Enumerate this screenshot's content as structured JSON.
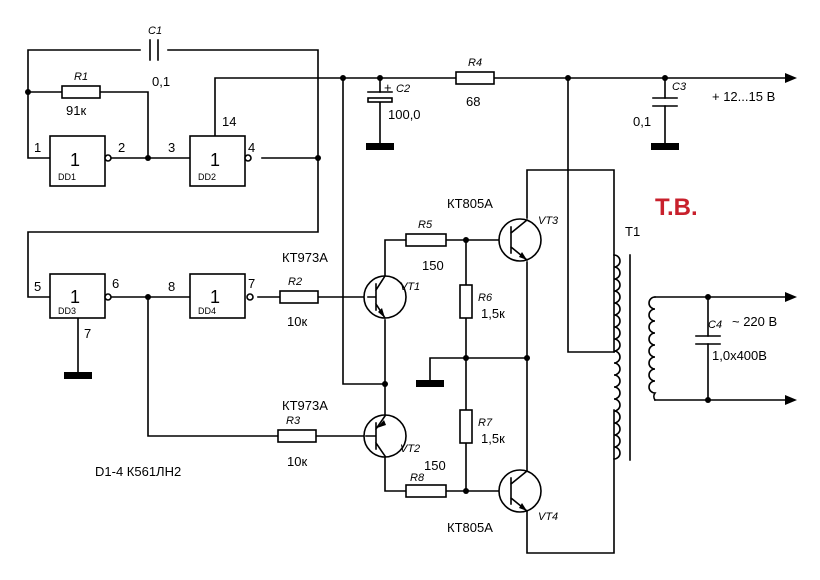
{
  "watermark": "Т.В.",
  "caption": "D1-4 К561ЛН2",
  "supply_label": "+ 12...15 В",
  "output_label": "~ 220 В",
  "gates": [
    {
      "id": "DD1",
      "symbol": "1",
      "pin_in": "1",
      "pin_out": "2"
    },
    {
      "id": "DD2",
      "symbol": "1",
      "pin_in": "3",
      "pin_out": "4",
      "pin_pwr": "14"
    },
    {
      "id": "DD3",
      "symbol": "1",
      "pin_in": "5",
      "pin_out": "6",
      "pin_gnd": "7"
    },
    {
      "id": "DD4",
      "symbol": "1",
      "pin_in": "8",
      "pin_out": "7"
    }
  ],
  "resistors": [
    {
      "id": "R1",
      "value": "91к"
    },
    {
      "id": "R2",
      "value": "10к"
    },
    {
      "id": "R3",
      "value": "10к"
    },
    {
      "id": "R4",
      "value": "68"
    },
    {
      "id": "R5",
      "value": "150"
    },
    {
      "id": "R6",
      "value": "1,5к"
    },
    {
      "id": "R7",
      "value": "1,5к"
    },
    {
      "id": "R8",
      "value": "150"
    }
  ],
  "capacitors": [
    {
      "id": "C1",
      "value": "0,1"
    },
    {
      "id": "C2",
      "value": "100,0",
      "polarity": "+"
    },
    {
      "id": "C3",
      "value": "0,1"
    },
    {
      "id": "C4",
      "value": "1,0х400В"
    }
  ],
  "transistors": [
    {
      "id": "VT1",
      "type": "КТ973А"
    },
    {
      "id": "VT2",
      "type": "КТ973А"
    },
    {
      "id": "VT3",
      "type": "КТ805А"
    },
    {
      "id": "VT4",
      "type": "КТ805А"
    }
  ],
  "transformer": {
    "id": "T1"
  }
}
